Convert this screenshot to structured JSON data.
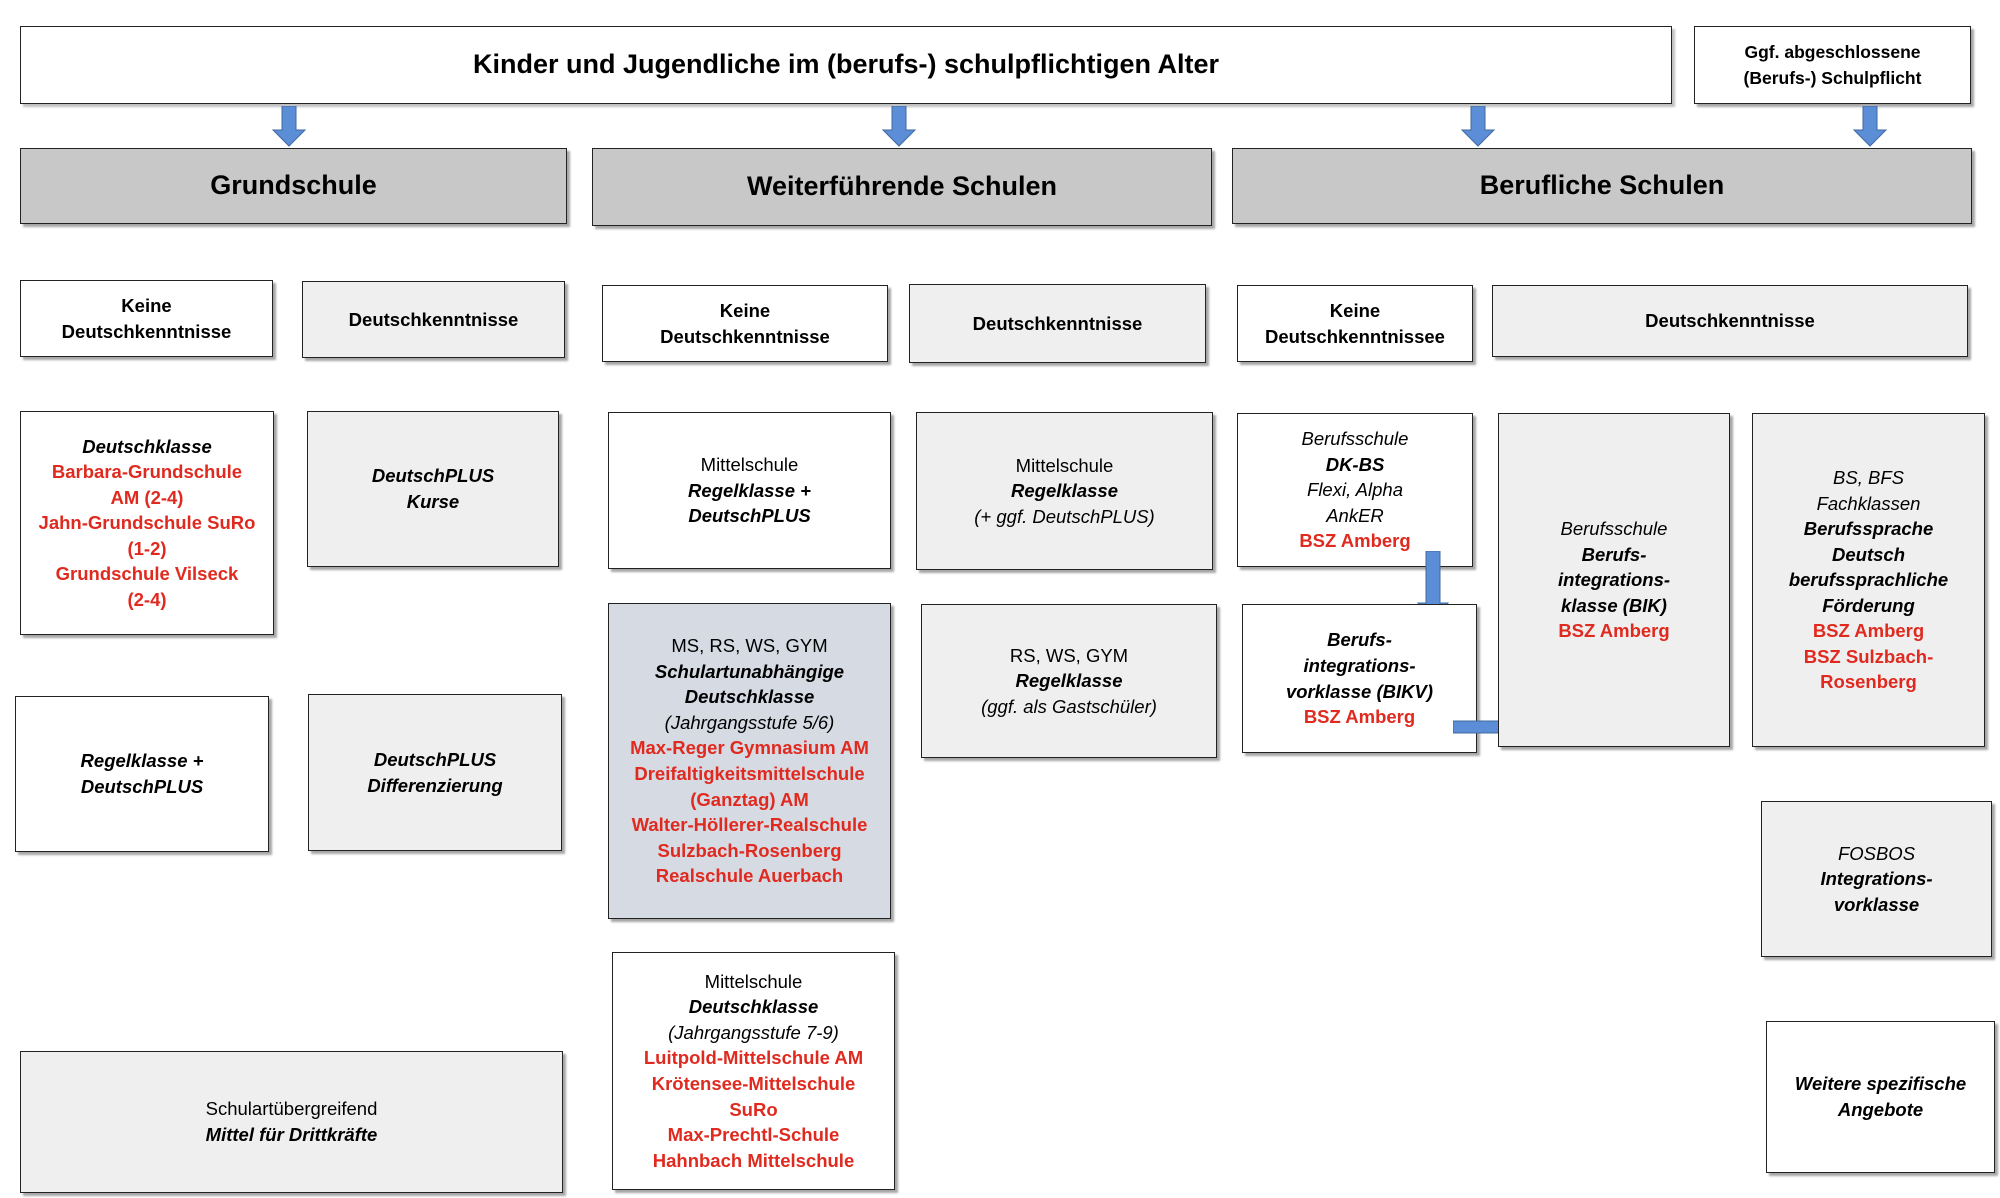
{
  "top": {
    "title": "Kinder und Jugendliche im (berufs-) schulpflichtigen Alter",
    "side_line1": "Ggf. abgeschlossene",
    "side_line2": "(Berufs-) Schulpflicht"
  },
  "headers": {
    "grundschule": "Grundschule",
    "weiterfuehrend": "Weiterführende Schulen",
    "beruflich": "Berufliche Schulen"
  },
  "grundschule": {
    "keine": [
      "Keine",
      "Deutschkenntnisse"
    ],
    "deutsch": "Deutschkenntnisse",
    "deutschklasse": {
      "title": "Deutschklasse",
      "schools": [
        "Barbara-Grundschule",
        "AM (2-4)",
        "Jahn-Grundschule SuRo",
        "(1-2)",
        "Grundschule Vilseck",
        "(2-4)"
      ]
    },
    "kurse": [
      "DeutschPLUS",
      "Kurse"
    ],
    "regelklasse": [
      "Regelklasse +",
      "DeutschPLUS"
    ],
    "differenzierung": [
      "DeutschPLUS",
      "Differenzierung"
    ],
    "schulart": [
      "Schulartübergreifend",
      "Mittel für Drittkräfte"
    ]
  },
  "weiterfuehrend": {
    "keine": [
      "Keine",
      "Deutschkenntnisse"
    ],
    "deutsch": "Deutschkenntnisse",
    "ms_regel": [
      "Mittelschule",
      "Regelklasse +",
      "DeutschPLUS"
    ],
    "ms_regel2": [
      "Mittelschule",
      "Regelklasse",
      "(+ ggf. DeutschPLUS)"
    ],
    "unabhaengig": {
      "lines": [
        "MS, RS, WS, GYM",
        "Schulartunabhängige",
        "Deutschklasse",
        "(Jahrgangsstufe 5/6)"
      ],
      "schools": [
        "Max-Reger Gymnasium AM",
        "Dreifaltigkeitsmittelschule",
        "(Ganztag) AM",
        "Walter-Höllerer-Realschule",
        "Sulzbach-Rosenberg",
        "Realschule Auerbach"
      ]
    },
    "rs_ws_gym": [
      "RS, WS, GYM",
      "Regelklasse",
      "(ggf. als Gastschüler)"
    ],
    "ms_deutschklasse": {
      "lines": [
        "Mittelschule",
        "Deutschklasse",
        "(Jahrgangsstufe 7-9)"
      ],
      "schools": [
        "Luitpold-Mittelschule AM",
        "Krötensee-Mittelschule",
        "SuRo",
        "Max-Prechtl-Schule",
        "Hahnbach Mittelschule"
      ]
    }
  },
  "beruflich": {
    "keine": [
      "Keine",
      "Deutschkenntnissee"
    ],
    "deutsch": "Deutschkenntnisse",
    "dkbs": {
      "lines": [
        "Berufsschule",
        "DK-BS",
        "Flexi, Alpha",
        "AnkER"
      ],
      "school": "BSZ Amberg"
    },
    "bikv": {
      "lines": [
        "Berufs-",
        "integrations-",
        "vorklasse (BIKV)"
      ],
      "school": "BSZ Amberg"
    },
    "bik": {
      "lines": [
        "Berufsschule",
        "Berufs-",
        "integrations-",
        "klasse (BIK)"
      ],
      "school": "BSZ Amberg"
    },
    "fach": {
      "lines": [
        "BS, BFS",
        "Fachklassen",
        "Berufssprache",
        "Deutsch",
        "berufssprachliche",
        "Förderung"
      ],
      "schools": [
        "BSZ Amberg",
        "BSZ Sulzbach-",
        "Rosenberg"
      ]
    },
    "fosbos": [
      "FOSBOS",
      "Integrations-",
      "vorklasse"
    ],
    "weitere": [
      "Weitere spezifische",
      "Angebote"
    ]
  },
  "colors": {
    "header_bg": "#c8c8c8",
    "panel_bg": "#efefef",
    "highlight_bg": "#d6dae3",
    "school_red": "#e02a1f",
    "arrow_blue": "#5b8ed6"
  }
}
